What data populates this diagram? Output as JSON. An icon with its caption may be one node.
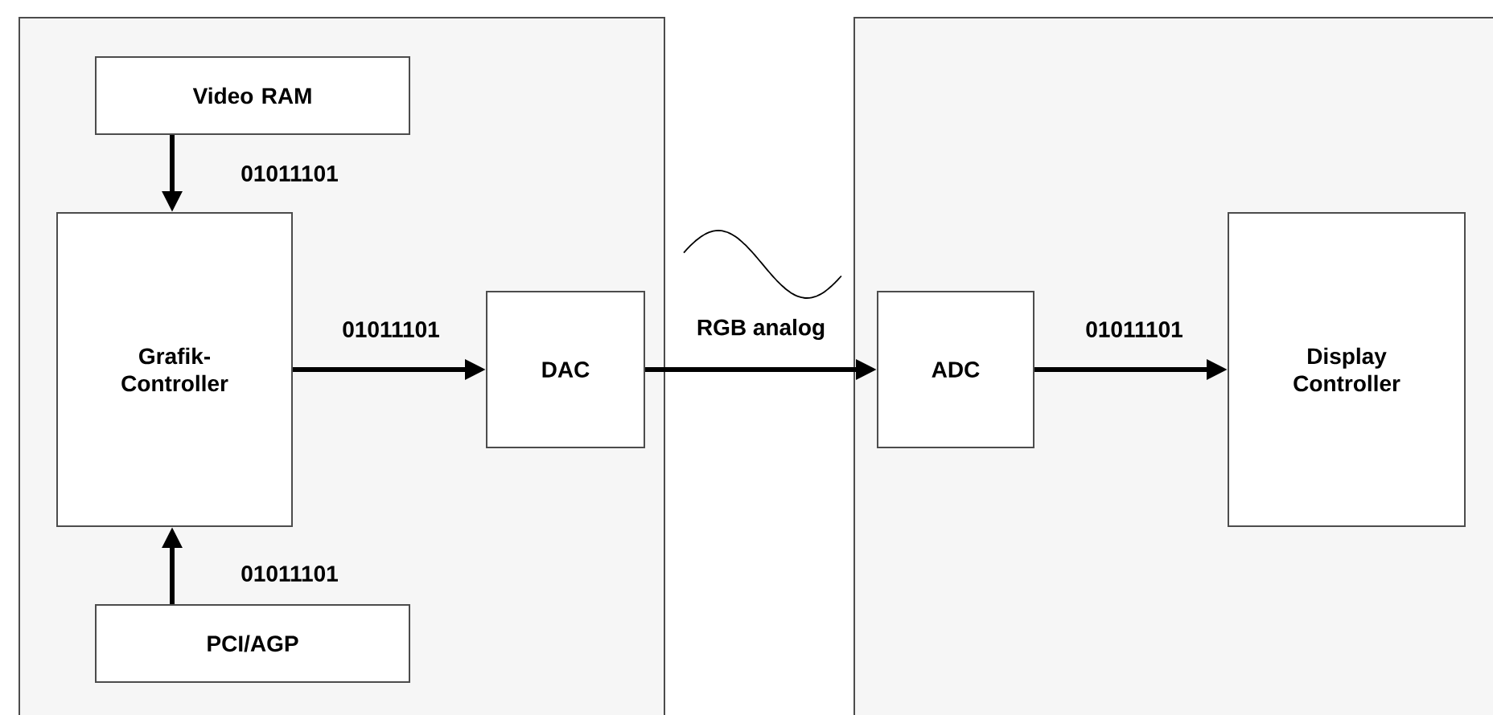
{
  "diagram": {
    "nodes": [
      {
        "text": [],
        "shape": "box"
      },
      {
        "text": [
          "Video RAM"
        ],
        "in": 0
      },
      {
        "text": [
          "Grafik-Controller"
        ],
        "in": 0
      },
      {
        "text": [
          "DAC"
        ],
        "in": 0
      },
      {
        "text": [
          "PCI/AGP"
        ],
        "in": 0
      },
      {
        "text": [],
        "shape": "box"
      },
      {
        "text": [
          "ADC"
        ],
        "in": 5
      },
      {
        "text": [
          "Display Controller"
        ],
        "in": 5
      }
    ],
    "edges": [
      {
        "from": 1,
        "to": 2,
        "arrow": "to",
        "label": "01011101"
      },
      {
        "from": 4,
        "to": 2,
        "arrow": "to",
        "label": "01011101"
      },
      {
        "from": 2,
        "to": 3,
        "arrow": "to",
        "label": "01011101"
      },
      {
        "from": 3,
        "to": 6,
        "arrow": "to",
        "label": "RGB analog"
      },
      {
        "from": 6,
        "to": 7,
        "arrow": "to",
        "label": "01011101"
      }
    ]
  }
}
